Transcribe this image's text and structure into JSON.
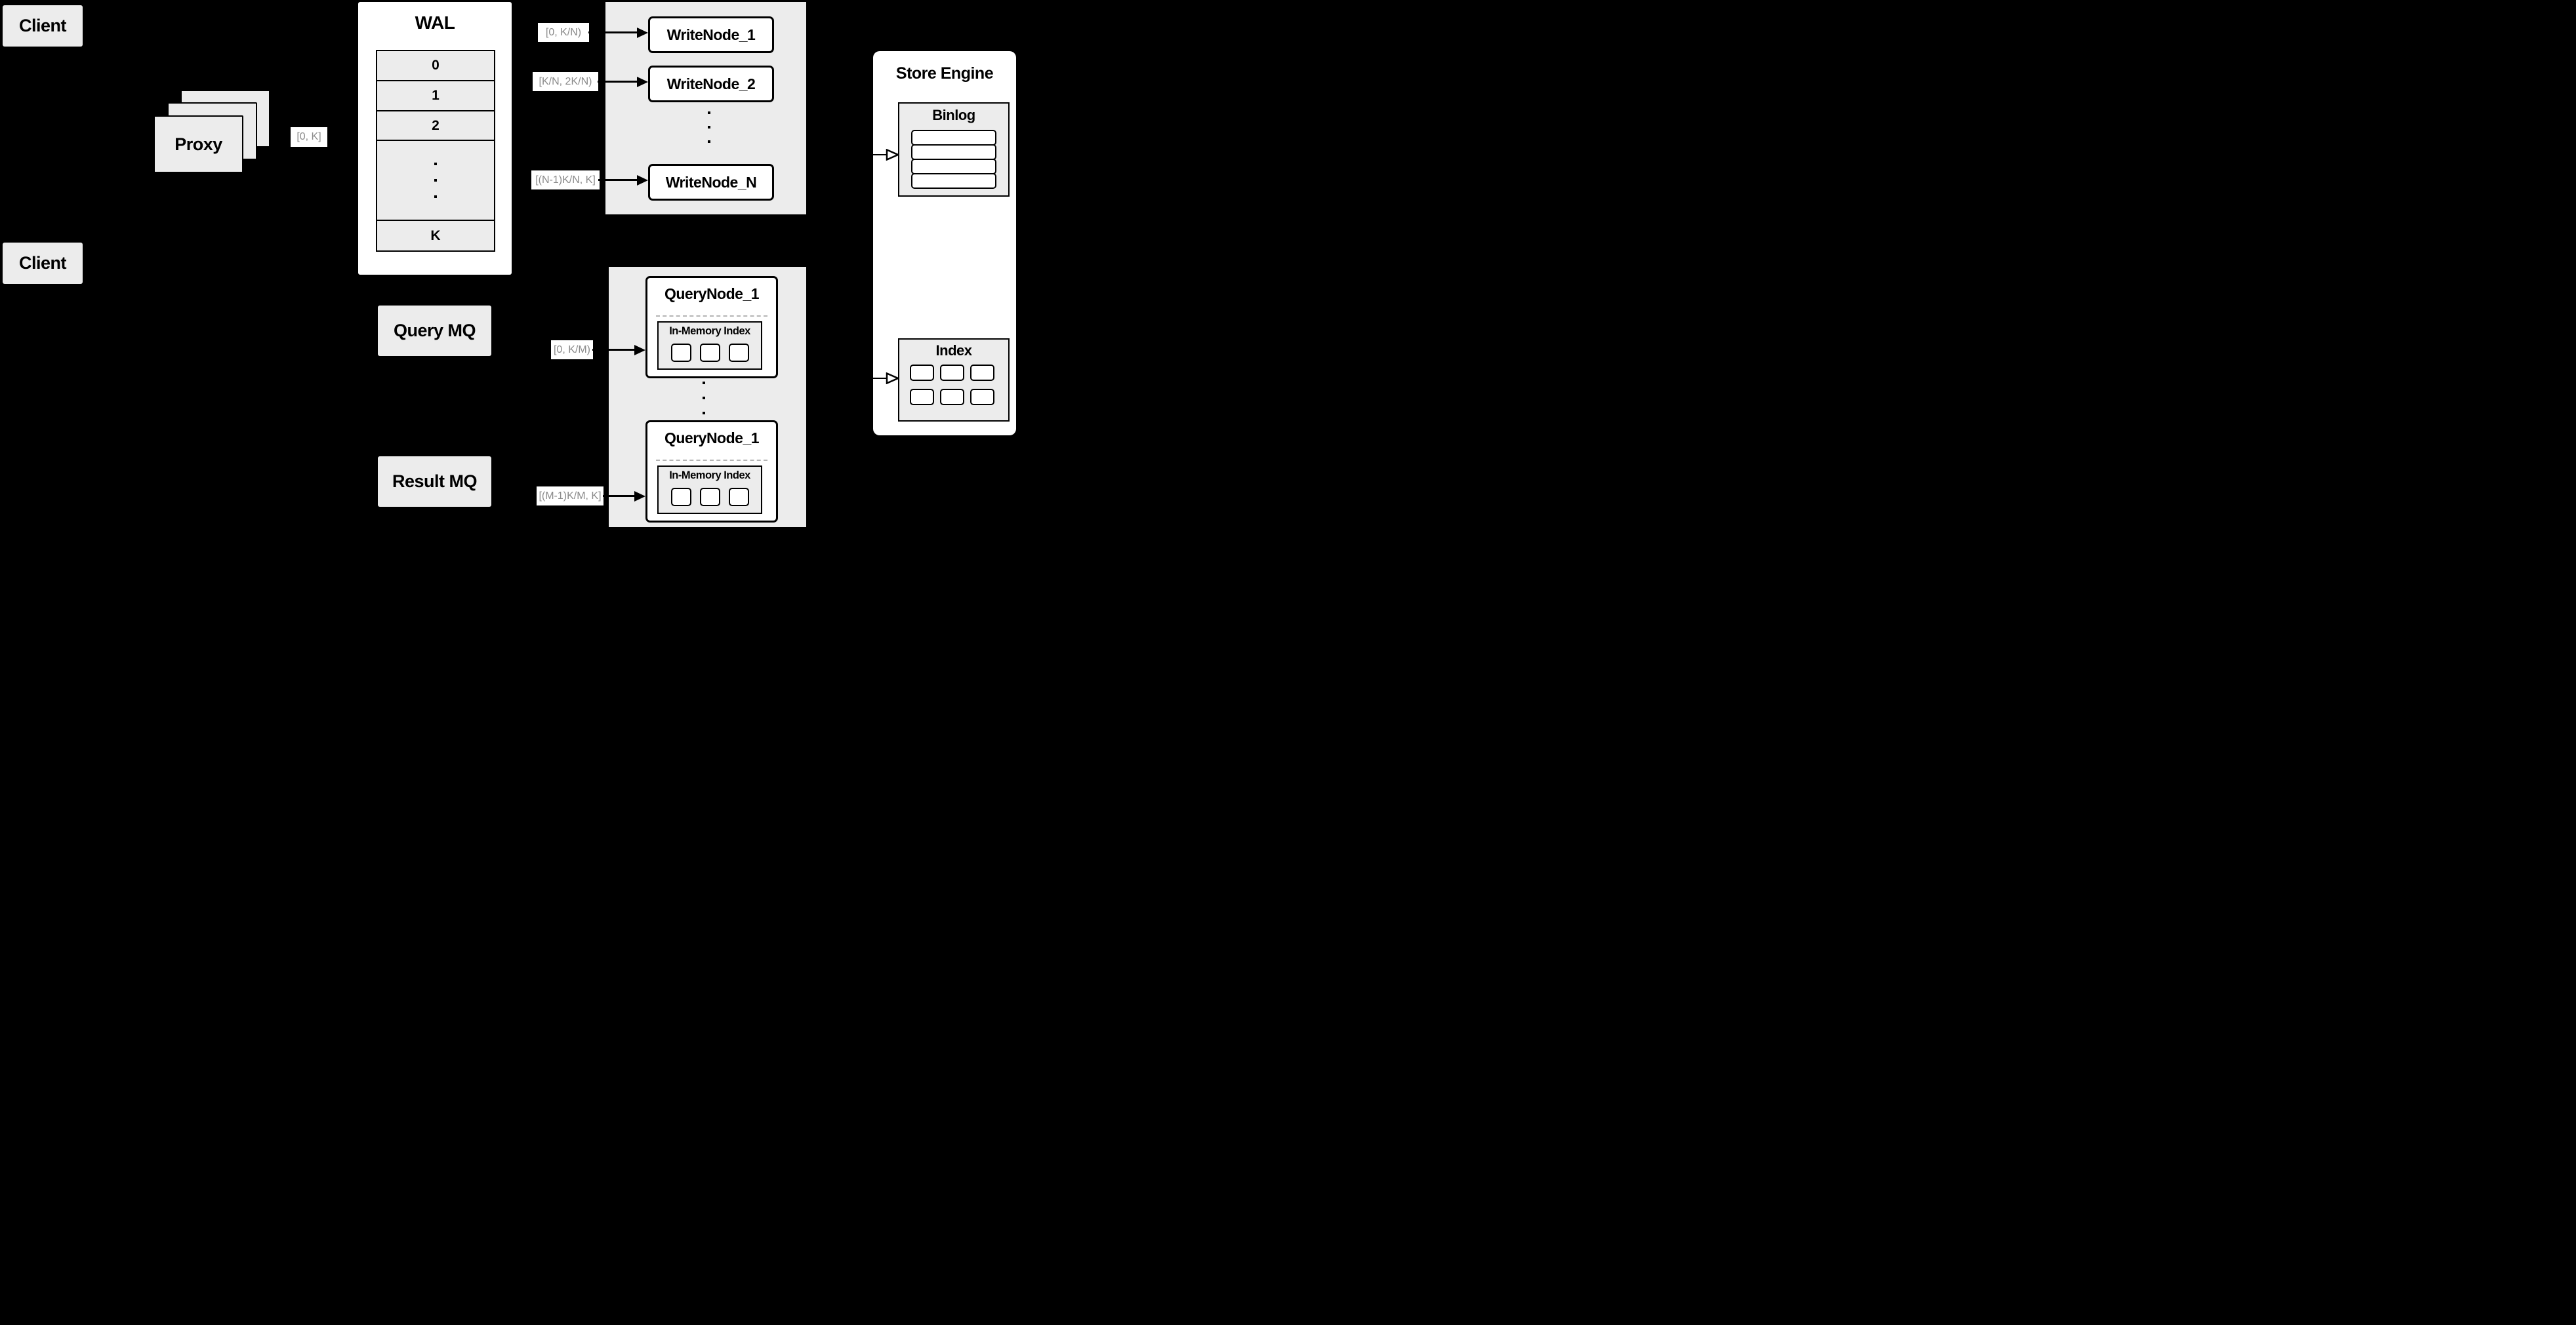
{
  "colors": {
    "background": "#000000",
    "panel_gray": "#ececec",
    "white": "#ffffff",
    "label_text": "#8a8a8a",
    "line": "#000000",
    "dashed_divider": "#b5b5b5"
  },
  "clients": {
    "top_label": "Client",
    "bottom_label": "Client"
  },
  "proxy": {
    "label": "Proxy"
  },
  "wal": {
    "title": "WAL",
    "rows": [
      "0",
      "1",
      "2"
    ],
    "has_ellipsis": true,
    "last_row": "K"
  },
  "range_labels": {
    "proxy_to_wal": "[0, K]",
    "wal_to_write_1": "[0, K/N)",
    "wal_to_write_2": "[K/N, 2K/N)",
    "wal_to_write_n": "[(N-1)K/N, K]",
    "query_mq_to_node_1": "[0, K/M)",
    "query_mq_to_node_m": "[(M-1)K/M, K]"
  },
  "write_nodes": {
    "node_1": "WriteNode_1",
    "node_2": "WriteNode_2",
    "node_n": "WriteNode_N"
  },
  "store_engine": {
    "title": "Store Engine",
    "binlog": {
      "title": "Binlog",
      "row_count": 4
    },
    "index": {
      "title": "Index",
      "cell_count": 6
    }
  },
  "message_queues": {
    "query": "Query MQ",
    "result": "Result MQ"
  },
  "query_nodes": {
    "node_top": {
      "title": "QueryNode_1",
      "inner_title": "In-Memory Index",
      "cell_count": 3
    },
    "node_bottom": {
      "title": "QueryNode_1",
      "inner_title": "In-Memory Index",
      "cell_count": 3
    }
  }
}
